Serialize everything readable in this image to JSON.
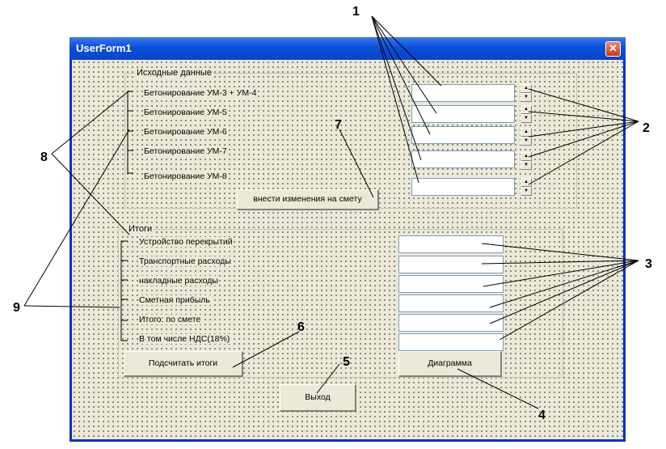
{
  "window": {
    "title": "UserForm1",
    "close_glyph": "✕"
  },
  "input_frame": {
    "caption": "Исходные данные",
    "rows": [
      "Бетонирование УМ-3 + УМ-4",
      "Бетонирование УМ-5",
      "Бетонирование УМ-6",
      "Бетонирование УМ-7",
      "Бетонирование УМ-8"
    ],
    "apply_button": "внести изменения на смету"
  },
  "totals_frame": {
    "caption": "Итоги",
    "rows": [
      "Устройство перекрытий",
      "Транспортные расходы",
      "накладные расходы",
      "Сметная прибыль",
      "Итого: по смете",
      "В том числе НДС(18%)"
    ],
    "calc_button": "Подсчитать итоги",
    "chart_button": "Диаграмма"
  },
  "exit_button": "Выход",
  "spin_glyphs": {
    "up": "▲",
    "down": "▼"
  },
  "annotations": [
    "1",
    "2",
    "3",
    "4",
    "5",
    "6",
    "7",
    "8",
    "9"
  ],
  "colors": {
    "titlebar": "#0a4fd8",
    "form_bg": "#ece9d8",
    "close": "#c43b18"
  }
}
